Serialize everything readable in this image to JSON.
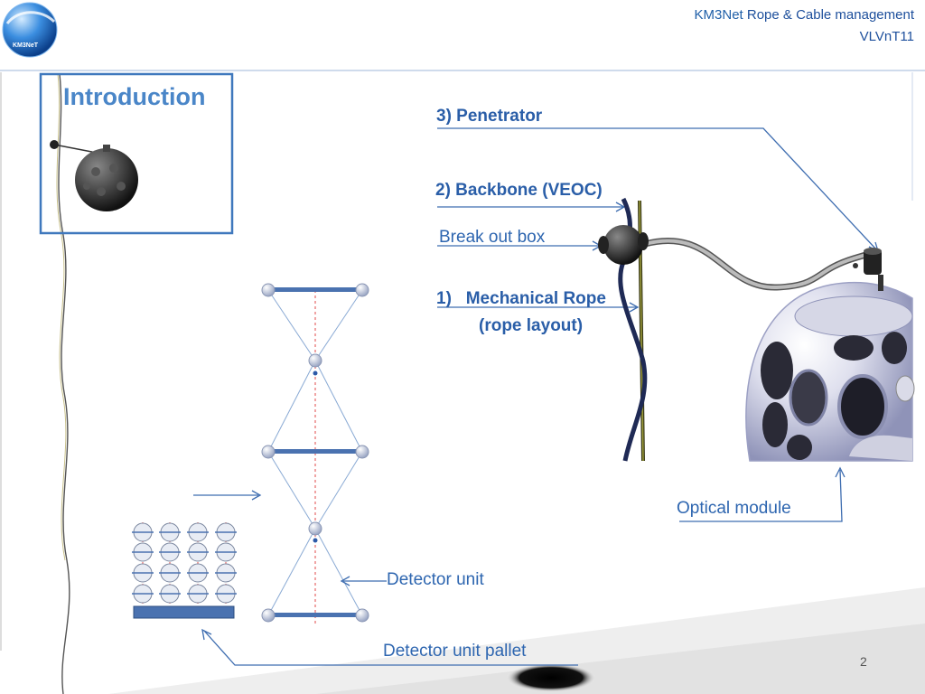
{
  "header": {
    "brand": "KM3Net",
    "title": "Rope & Cable management",
    "subtitle": "VLVnT11"
  },
  "logo": {
    "text": "KM3NeT"
  },
  "slide": {
    "title": "Introduction",
    "page_number": "2",
    "labels": {
      "penetrator": "3) Penetrator",
      "backbone": "2) Backbone (VEOC)",
      "breakout": "Break out box",
      "rope_1": "1)   Mechanical Rope",
      "rope_2": "(rope layout)",
      "optical": "Optical module",
      "detector_unit": "Detector unit",
      "pallet": "Detector unit pallet"
    }
  }
}
